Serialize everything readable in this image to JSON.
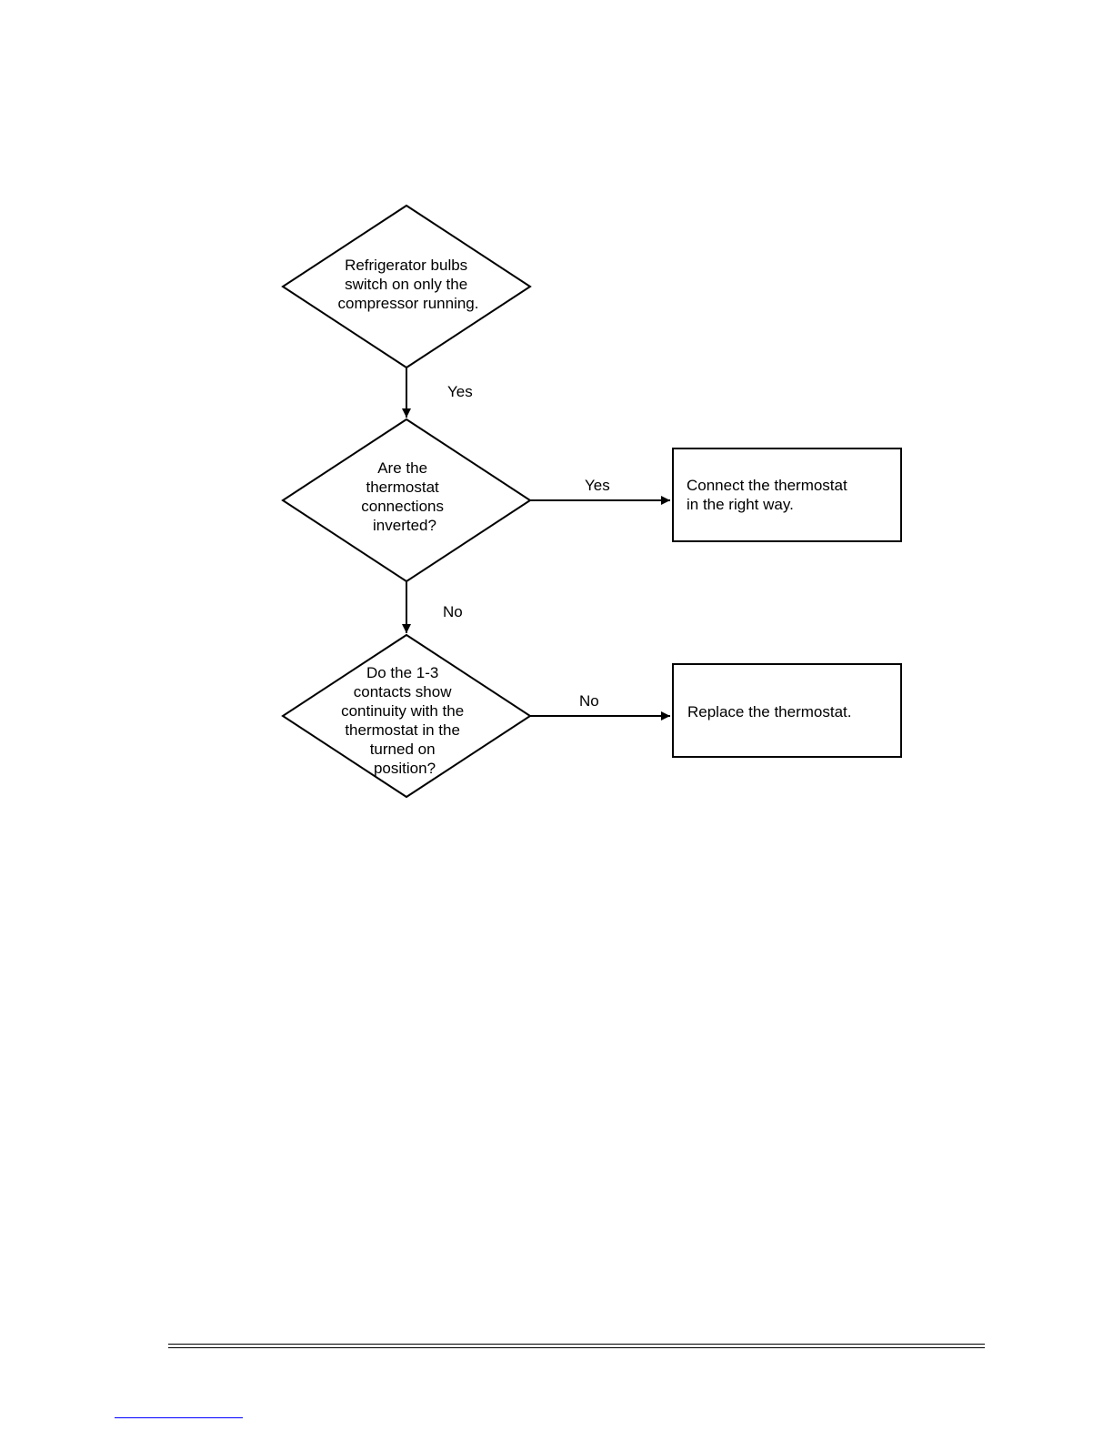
{
  "diagram": {
    "nodes": {
      "q1": {
        "shape": "diamond",
        "lines": [
          "Refrigerator bulbs",
          "switch on only the",
          "compressor running."
        ]
      },
      "q2": {
        "shape": "diamond",
        "lines": [
          "Are the",
          "thermostat",
          "connections",
          "inverted?"
        ]
      },
      "q3": {
        "shape": "diamond",
        "lines": [
          "Do the 1-3",
          "contacts show",
          "continuity with the",
          "thermostat in the",
          "turned on",
          "position?"
        ]
      },
      "a1": {
        "shape": "box",
        "lines": [
          "Connect the thermostat",
          "in the right way."
        ]
      },
      "a2": {
        "shape": "box",
        "lines": [
          "Replace the thermostat."
        ]
      }
    },
    "edges": {
      "q1_q2": {
        "from": "q1",
        "to": "q2",
        "label": "Yes"
      },
      "q2_a1": {
        "from": "q2",
        "to": "a1",
        "label": "Yes"
      },
      "q2_q3": {
        "from": "q2",
        "to": "q3",
        "label": "No"
      },
      "q3_a2": {
        "from": "q3",
        "to": "a2",
        "label": "No"
      }
    }
  }
}
